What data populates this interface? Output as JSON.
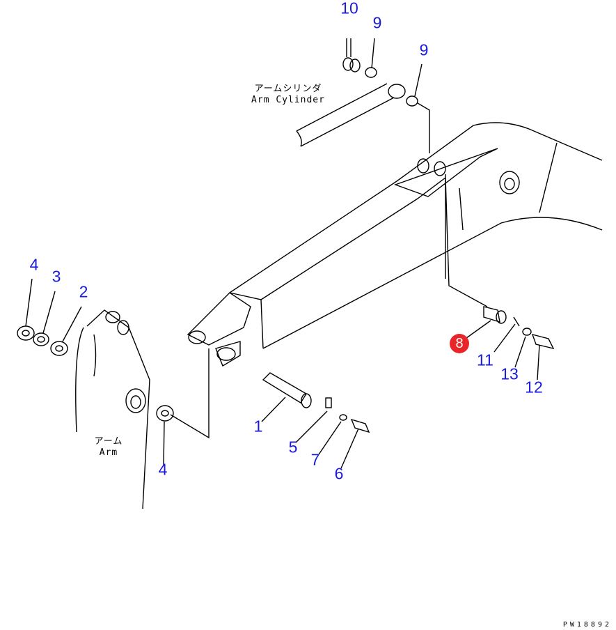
{
  "captions": {
    "arm_cylinder_jp": "アームシリンダ",
    "arm_cylinder_en": "Arm Cylinder",
    "arm_jp": "アーム",
    "arm_en": "Arm"
  },
  "callouts": [
    {
      "label": "10",
      "highlighted": false
    },
    {
      "label": "9",
      "highlighted": false
    },
    {
      "label": "9",
      "highlighted": false
    },
    {
      "label": "4",
      "highlighted": false
    },
    {
      "label": "3",
      "highlighted": false
    },
    {
      "label": "2",
      "highlighted": false
    },
    {
      "label": "8",
      "highlighted": true
    },
    {
      "label": "11",
      "highlighted": false
    },
    {
      "label": "13",
      "highlighted": false
    },
    {
      "label": "12",
      "highlighted": false
    },
    {
      "label": "1",
      "highlighted": false
    },
    {
      "label": "5",
      "highlighted": false
    },
    {
      "label": "7",
      "highlighted": false
    },
    {
      "label": "6",
      "highlighted": false
    },
    {
      "label": "4",
      "highlighted": false
    }
  ],
  "drawing_code": "PW18892",
  "colors": {
    "callout": "#1a1adc",
    "highlight": "#e8262a"
  }
}
